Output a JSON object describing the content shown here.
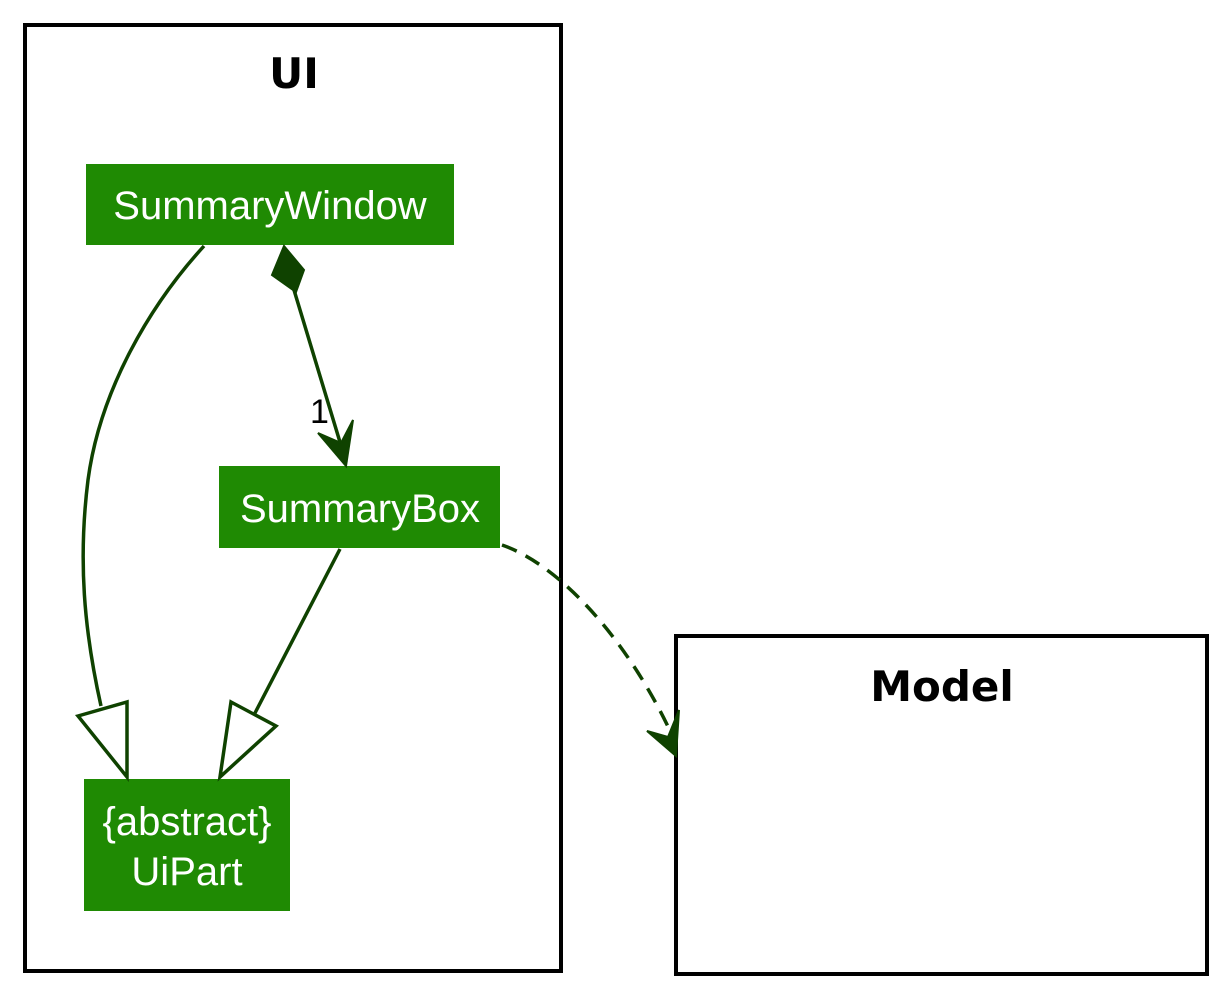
{
  "colors": {
    "class_fill": "#1f8a03",
    "class_text": "#ffffff",
    "edge": "#0f4200",
    "package_border": "#000000",
    "background": "#ffffff"
  },
  "packages": {
    "ui": {
      "title": "UI"
    },
    "model": {
      "title": "Model"
    }
  },
  "classes": {
    "summary_window": {
      "label": "SummaryWindow"
    },
    "summary_box": {
      "label": "SummaryBox"
    },
    "ui_part": {
      "stereotype": "{abstract}",
      "label": "UiPart"
    }
  },
  "edges": {
    "composition": {
      "from": "SummaryWindow",
      "to": "SummaryBox",
      "type": "composition",
      "multiplicity": "1"
    },
    "window_inherits": {
      "from": "SummaryWindow",
      "to": "UiPart",
      "type": "generalization"
    },
    "box_inherits": {
      "from": "SummaryBox",
      "to": "UiPart",
      "type": "generalization"
    },
    "box_depends_model": {
      "from": "SummaryBox",
      "to": "Model",
      "type": "dependency"
    }
  }
}
